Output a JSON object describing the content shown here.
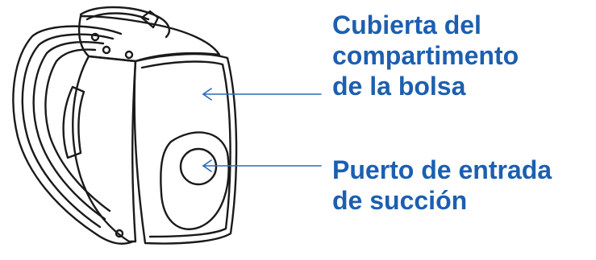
{
  "callouts": {
    "bag_cover": {
      "lines": [
        "Cubierta del",
        "compartimento",
        "de la bolsa"
      ]
    },
    "suction_port": {
      "lines": [
        "Puerto de entrada",
        "de succión"
      ]
    }
  },
  "colors": {
    "label": "#1c5fb0",
    "leader_line": "#2b6cb8",
    "outline": "#1a1a1a",
    "background": "#ffffff"
  }
}
